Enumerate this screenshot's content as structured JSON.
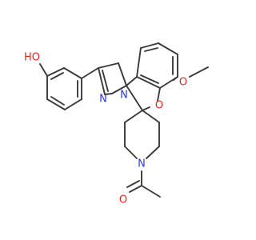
{
  "structure": {
    "colors": {
      "bond": "#3a3a3a",
      "oxygen": "#e8261e",
      "nitrogen": "#2a38e8",
      "background": "#ffffff"
    },
    "labels": {
      "hydroxyl": "HO",
      "methoxy_oxygen": "O",
      "ring_oxygen": "O",
      "pyrazoline_n_imine": "N",
      "pyrazoline_n_bridge": "N",
      "piperidine_n": "N",
      "carbonyl_oxygen": "O"
    }
  }
}
